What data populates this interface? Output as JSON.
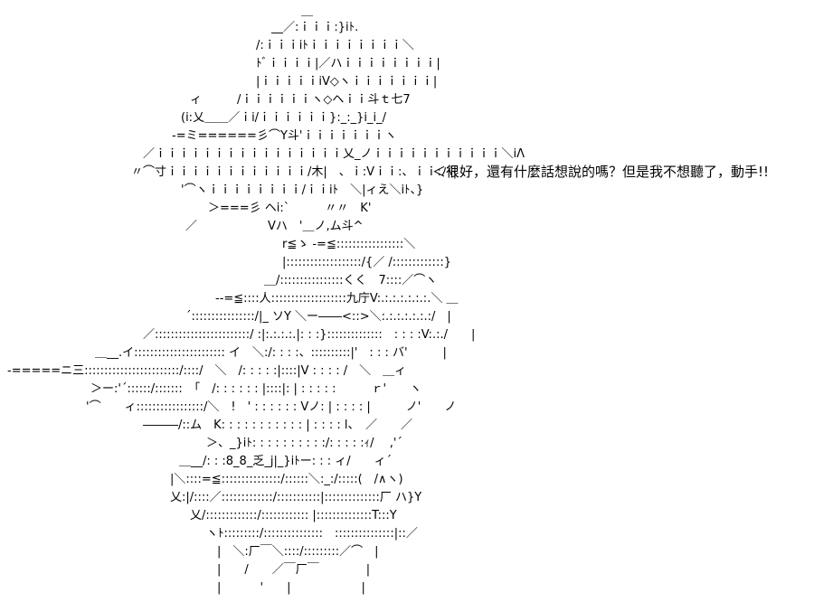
{
  "ascii_art": {
    "lines": [
      "＿",
      "__／:ｉｉｉ:}iﾄ.",
      "/:ｉｉｉiﾄｉｉｉｉｉｉｉｉ＼",
      "ﾄﾞｉｉｉｉ|／ハｉｉｉｉｉｉｉｉ|",
      "|ｉｉｉｉｉiV◇ヽｉｉｉｉｉｉｉ|",
      "ィ　　　/ｉｉｉｉｉｉヽ◇ヘｉｉ斗ｔ七7",
      "(i:乂＿＿／ｉi/ｉｉｉｉｉｉ}:_:_}i_i_/",
      "-=ミ======彡⌒Y斗'ｉｉｉｉｉｉｉヽ",
      "／ｉｉｉｉｉｉｉｉｉｉｉｉｉｉｉｉ乂_ノｉｉｉｉｉｉｉｉｉｉｉ＼iΛ",
      "〃⌒寸ｉｉｉｉｉｉｉｉｉｉｉｉ/木|　、ｉ:Vｉｉ:、ｉｉ:バ|",
      "'⌒ヽｉｉｉｉｉｉｉｉ/ｉｉiﾄ　＼|ィえ＼iﾄ、}",
      "＞===彡 ヘi:`　　　〃〃　K'",
      "／　　　　　　Vハ　'＿ノ,ム斗^",
      "r≦ゝ -=≦:::::::::::::::::＼",
      "|:::::::::::::::::::/{／ /:::::::::::::}",
      "＿/::::::::::::::::くく　7::::／⌒ヽ",
      "--=≦::::人:::::::::::::::::::九庁V:.:.:.:.:.:.:.＼ ＿",
      "´::::::::::::::::/|_ ソY ＼ー――<::>＼:.:.:.:.:.:.:/　|",
      "／::::::::::::::::::::::::/ :|:.:.:.:.|: : :}::::::::::::::　: : : :V:.:./　　|",
      "＿__.イ::::::::::::::::::::::: イ　＼:/: : : :、::::::::::|'　: : : バ'　　　|",
      "-=====ニ三::::::::::::::::::::::::/::::/　＼　/: : : : :|::::|V : : : : /　＼　＿ィ",
      "＞ー:'´::::::/:::::::　「　/: : : : : : |::::|: | : : : : :　　　ｒ'　　ヽ",
      "'⌒　　ィ:::::::::::::::::/＼　!　' : : : : : : Vノ: | : : : : |　　　ノ'　　ノ",
      "―――/::ム　K: : : : : : : : : : : | : : : : l、　／　　／",
      "＞、_}iﾄ: : : : : : : : : :/: : : : :ｨ/　 ,'´",
      "＿__/: : :8_8_乏_j|_}iﾄー: : : ィ/　　ィ´",
      "|＼::::=≦:::::::::::::::/::::::＼:_:/:::::(　/∧ヽ)",
      "乂:|/::::／:::::::::::::/:::::::::::|::::::::::::::厂 ハ}Y",
      "乂/:::::::::::::/:::::::::::: |::::::::::::::T:::Y",
      "ヽﾄ:::::::::/:::::::::::::::　:::::::::::::::|::／",
      "|　＼:厂￣＼::::/:::::::::／⌒　|",
      "|　　/　　／￣厂￣　　　　|",
      "|　　　 '　　|　　　　　　|"
    ]
  },
  "dialogue": {
    "text": "＜很好，還有什麼話想說的嗎？但是我不想聽了，動手!!"
  }
}
